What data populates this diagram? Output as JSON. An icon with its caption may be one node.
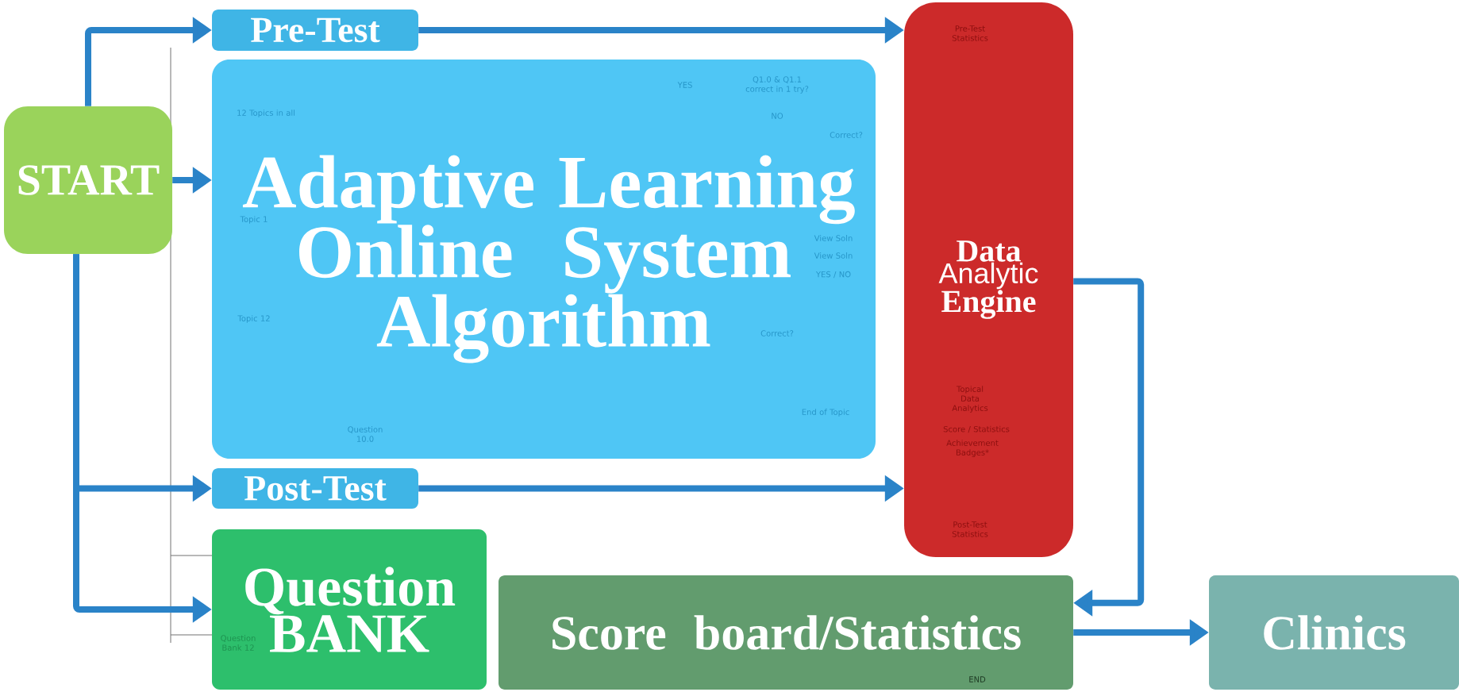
{
  "diagram": {
    "nodes": [
      {
        "text": [
          "START"
        ]
      },
      {
        "text": [
          "Pre-Test"
        ]
      },
      {
        "text": [
          "Adaptive Learning Online System Algorithm"
        ]
      },
      {
        "text": [
          "Post-Test"
        ]
      },
      {
        "text": [
          "Question BANK"
        ]
      },
      {
        "text": [
          "Data",
          "Analytic",
          "Engine"
        ]
      },
      {
        "text": [
          "Score board/Statistics"
        ]
      },
      {
        "text": [
          "Clinics"
        ]
      }
    ],
    "edges": [
      {
        "from": 0,
        "to": 1,
        "arrow": "to"
      },
      {
        "from": 0,
        "to": 2,
        "arrow": "to"
      },
      {
        "from": 0,
        "to": 3,
        "arrow": "to"
      },
      {
        "from": 0,
        "to": 4,
        "arrow": "to"
      },
      {
        "from": 1,
        "to": 5,
        "arrow": "to"
      },
      {
        "from": 3,
        "to": 5,
        "arrow": "to"
      },
      {
        "from": 5,
        "to": 6,
        "arrow": "to"
      },
      {
        "from": 6,
        "to": 7,
        "arrow": "to"
      }
    ],
    "labels": [
      "Pre-Test Statistics",
      "12 Topics in all",
      "YES",
      "Q1.0 & Q1.1 correct in 1 try?",
      "NO",
      "Correct?",
      "View Soln",
      "View Soln",
      "Topic 1",
      "YES / NO",
      "Topic 12",
      "Correct?",
      "Topical Data Analytics",
      "End of Topic",
      "Score / Statistics",
      "Achievement Badges*",
      "Question 10.0",
      "Post-Test Statistics",
      "Question Bank 12",
      "END"
    ]
  }
}
